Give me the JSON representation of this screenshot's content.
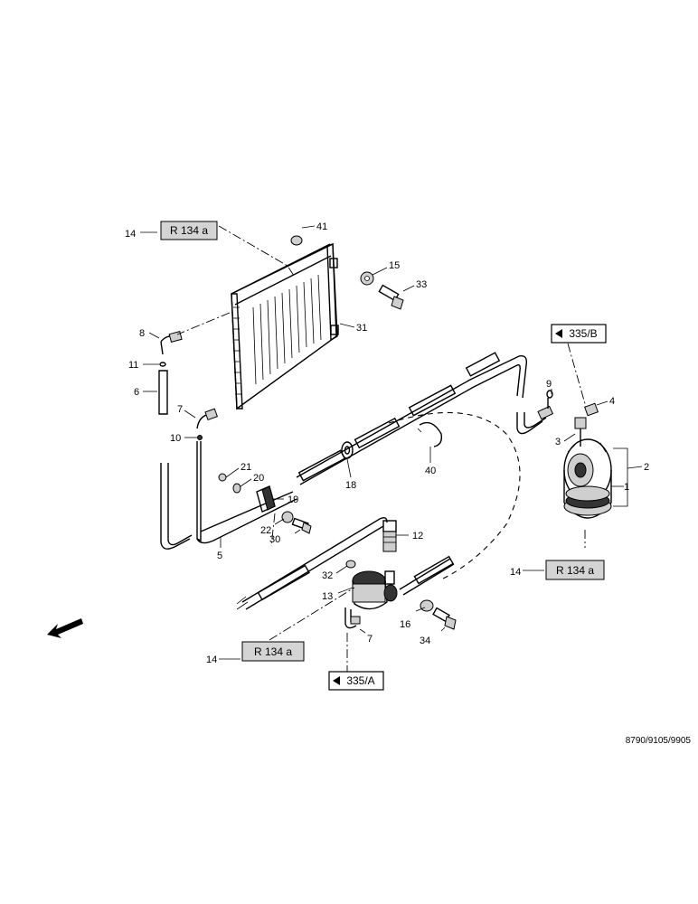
{
  "ref_boxes": [
    {
      "id": "r134a-top",
      "text": "R 134 a",
      "callout": "14"
    },
    {
      "id": "r134a-right",
      "text": "R 134 a",
      "callout": "14"
    },
    {
      "id": "r134a-bottom",
      "text": "R 134 a",
      "callout": "14"
    }
  ],
  "see_refs": [
    {
      "id": "see-335b",
      "text": "335/B"
    },
    {
      "id": "see-335a",
      "text": "335/A"
    }
  ],
  "callouts": {
    "c41": "41",
    "c15": "15",
    "c33": "33",
    "c31": "31",
    "c8": "8",
    "c11": "11",
    "c6": "6",
    "c7a": "7",
    "c10": "10",
    "c9": "9",
    "c4": "4",
    "c3": "3",
    "c2": "2",
    "c1": "1",
    "c21": "21",
    "c20": "20",
    "c19": "19",
    "c22": "22",
    "c30": "30",
    "c5": "5",
    "c18": "18",
    "c40": "40",
    "c12": "12",
    "c32": "32",
    "c13": "13",
    "c16": "16",
    "c34": "34",
    "c7b": "7"
  },
  "footer": {
    "code": "8790/9105/9905"
  }
}
